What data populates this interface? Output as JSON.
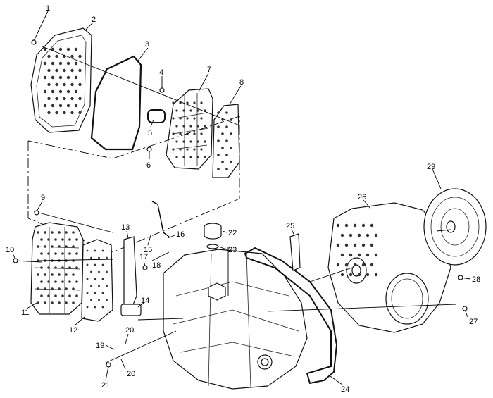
{
  "diagram": {
    "callouts": [
      {
        "id": "1",
        "label": "1"
      },
      {
        "id": "2",
        "label": "2"
      },
      {
        "id": "3",
        "label": "3"
      },
      {
        "id": "4",
        "label": "4"
      },
      {
        "id": "5",
        "label": "5"
      },
      {
        "id": "6",
        "label": "6"
      },
      {
        "id": "7",
        "label": "7"
      },
      {
        "id": "8",
        "label": "8"
      },
      {
        "id": "9",
        "label": "9"
      },
      {
        "id": "10",
        "label": "10"
      },
      {
        "id": "11",
        "label": "11"
      },
      {
        "id": "12",
        "label": "12"
      },
      {
        "id": "13",
        "label": "13"
      },
      {
        "id": "14",
        "label": "14"
      },
      {
        "id": "15",
        "label": "15"
      },
      {
        "id": "16",
        "label": "16"
      },
      {
        "id": "17",
        "label": "17"
      },
      {
        "id": "18",
        "label": "18"
      },
      {
        "id": "19",
        "label": "19"
      },
      {
        "id": "20a",
        "label": "20"
      },
      {
        "id": "20b",
        "label": "20"
      },
      {
        "id": "21",
        "label": "21"
      },
      {
        "id": "22",
        "label": "22"
      },
      {
        "id": "23",
        "label": "23"
      },
      {
        "id": "24",
        "label": "24"
      },
      {
        "id": "25",
        "label": "25"
      },
      {
        "id": "26",
        "label": "26"
      },
      {
        "id": "27",
        "label": "27"
      },
      {
        "id": "28",
        "label": "28"
      },
      {
        "id": "29",
        "label": "29"
      }
    ]
  }
}
